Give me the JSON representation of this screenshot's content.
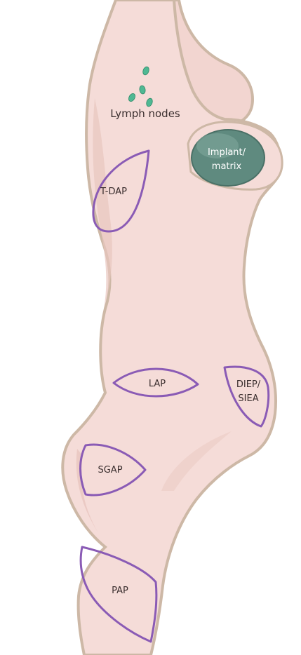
{
  "colors": {
    "skin": "#f5dcd8",
    "skin_shadow": "#e8c6bf",
    "outline": "#cdb8a6",
    "flap_outline": "#8a5bb5",
    "lymph_node": "#4fb893",
    "implant": "#5f8a7f"
  },
  "labels": {
    "lymph_nodes": "Lymph nodes",
    "implant_line1": "Implant/",
    "implant_line2": "matrix",
    "tdap": "T-DAP",
    "lap": "LAP",
    "diep_line1": "DIEP/",
    "diep_line2": "SIEA",
    "sgap": "SGAP",
    "pap": "PAP"
  }
}
